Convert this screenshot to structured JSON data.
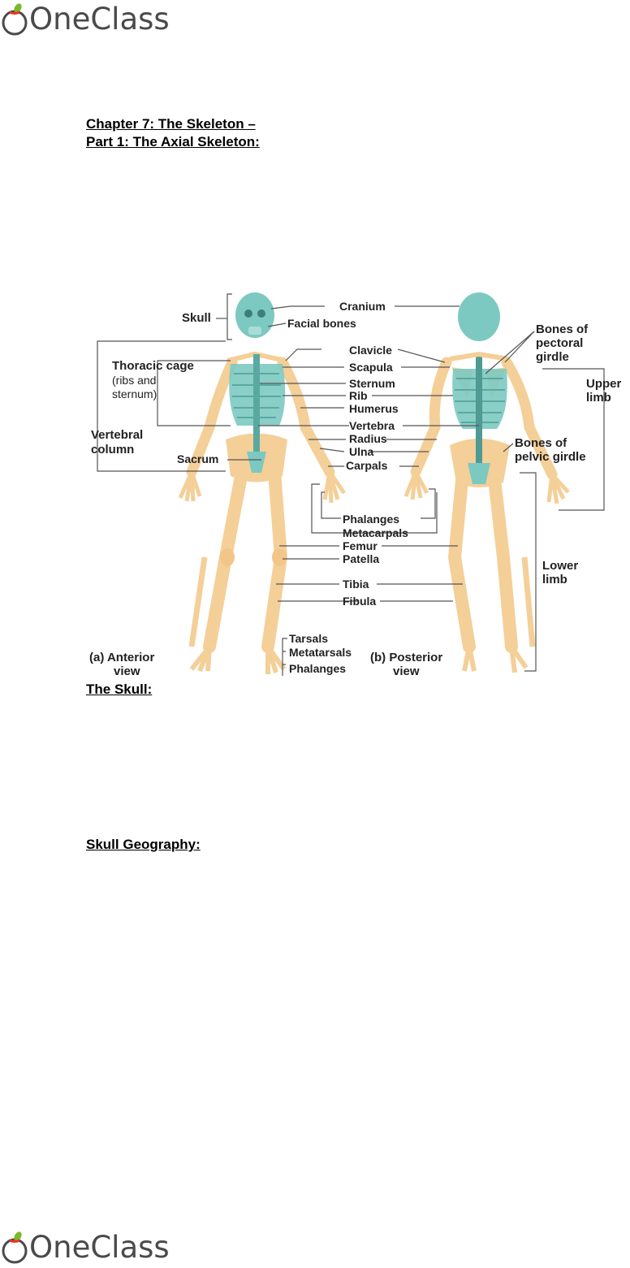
{
  "brand": {
    "name": "OneClass",
    "accent": "#ee3224",
    "leaf": "#7ab828",
    "text_color": "#4a4a4a"
  },
  "document": {
    "chapter_title": "Chapter 7: The Skeleton –",
    "part_title": "Part 1: The Axial Skeleton:",
    "skull_heading": "The Skull:",
    "geography_heading": "Skull Geography:"
  },
  "figure": {
    "view_a": [
      "(a) Anterior",
      "view"
    ],
    "view_b": [
      "(b) Posterior",
      "view"
    ],
    "left_labels": {
      "skull": "Skull",
      "thoracic": [
        "Thoracic cage",
        "(ribs and",
        "sternum)"
      ],
      "vertebral": [
        "Vertebral",
        "column"
      ],
      "sacrum": "Sacrum"
    },
    "center_labels": {
      "cranium": "Cranium",
      "facial": "Facial bones",
      "clavicle": "Clavicle",
      "scapula": "Scapula",
      "sternum": "Sternum",
      "rib": "Rib",
      "humerus": "Humerus",
      "vertebra": "Vertebra",
      "radius": "Radius",
      "ulna": "Ulna",
      "carpals": "Carpals",
      "phalanges_hand": "Phalanges",
      "metacarpals": "Metacarpals",
      "femur": "Femur",
      "patella": "Patella",
      "tibia": "Tibia",
      "fibula": "Fibula",
      "tarsals": "Tarsals",
      "metatarsals": "Metatarsals",
      "phalanges_foot": "Phalanges"
    },
    "right_labels": {
      "pectoral": [
        "Bones of",
        "pectoral",
        "girdle"
      ],
      "upper": [
        "Upper",
        "limb"
      ],
      "pelvic": [
        "Bones of",
        "pelvic girdle"
      ],
      "lower": [
        "Lower",
        "limb"
      ]
    },
    "colors": {
      "bone": "#f4cf98",
      "axial": "#7cc9c1",
      "line": "#555555"
    }
  }
}
